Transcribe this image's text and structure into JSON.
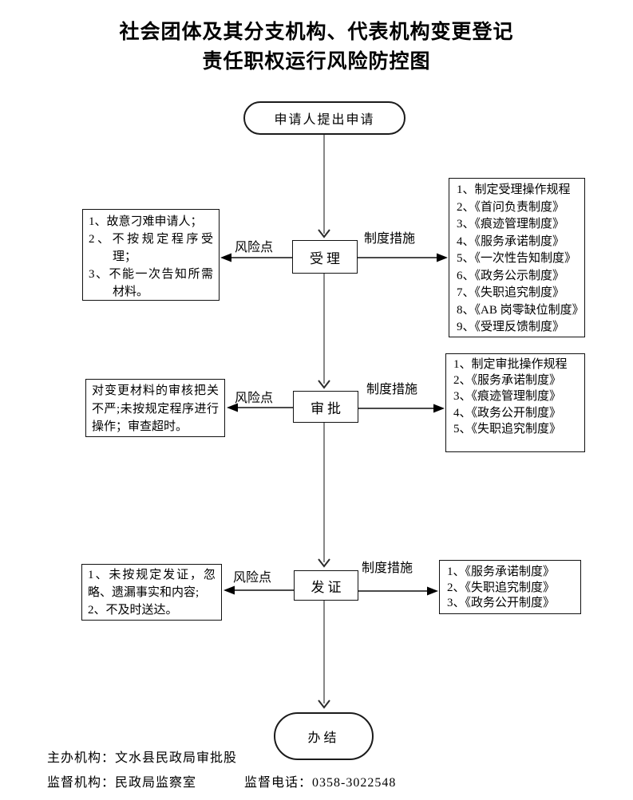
{
  "title": {
    "line1": "社会团体及其分支机构、代表机构变更登记",
    "line2": "责任职权运行风险防控图"
  },
  "flow": {
    "start_label": "申请人提出申请",
    "end_label": "办结",
    "steps": [
      {
        "label": "受理",
        "risk_label": "风险点",
        "measure_label": "制度措施",
        "risks": [
          "1、故意刁难申请人；",
          "2、不按规定程序受理；",
          "3、不能一次告知所需材料。"
        ],
        "measures": [
          "1、制定受理操作规程",
          "2、《首问负责制度》",
          "3、《痕迹管理制度》",
          "4、《服务承诺制度》",
          "5、《一次性告知制度》",
          "6、《政务公示制度》",
          "7、《失职追究制度》",
          "8、《AB 岗零缺位制度》",
          "9、《受理反馈制度》"
        ]
      },
      {
        "label": "审批",
        "risk_label": "风险点",
        "measure_label": "制度措施",
        "risks": [
          "对变更材料的审核把关不严;未按规定程序进行操作；审查超时。"
        ],
        "measures": [
          "1、制定审批操作规程",
          "2、《服务承诺制度》",
          "3、《痕迹管理制度》",
          "4、《政务公开制度》",
          "5、《失职追究制度》"
        ]
      },
      {
        "label": "发证",
        "risk_label": "风险点",
        "measure_label": "制度措施",
        "risks": [
          "1、未按规定发证，忽略、遗漏事实和内容;",
          "2、不及时送达。"
        ],
        "measures": [
          "1、《服务承诺制度》",
          "2、《失职追究制度》",
          "3、《政务公开制度》"
        ]
      }
    ]
  },
  "footer": {
    "host": "主办机构：文水县民政局审批股",
    "supervisor": "监督机构：民政局监察室",
    "phone": "监督电话：0358-3022548"
  },
  "colors": {
    "line_vertical": "#878787",
    "line_horizontal": "#4a4a4a",
    "arrowhead": "#000000",
    "border": "#111111"
  }
}
